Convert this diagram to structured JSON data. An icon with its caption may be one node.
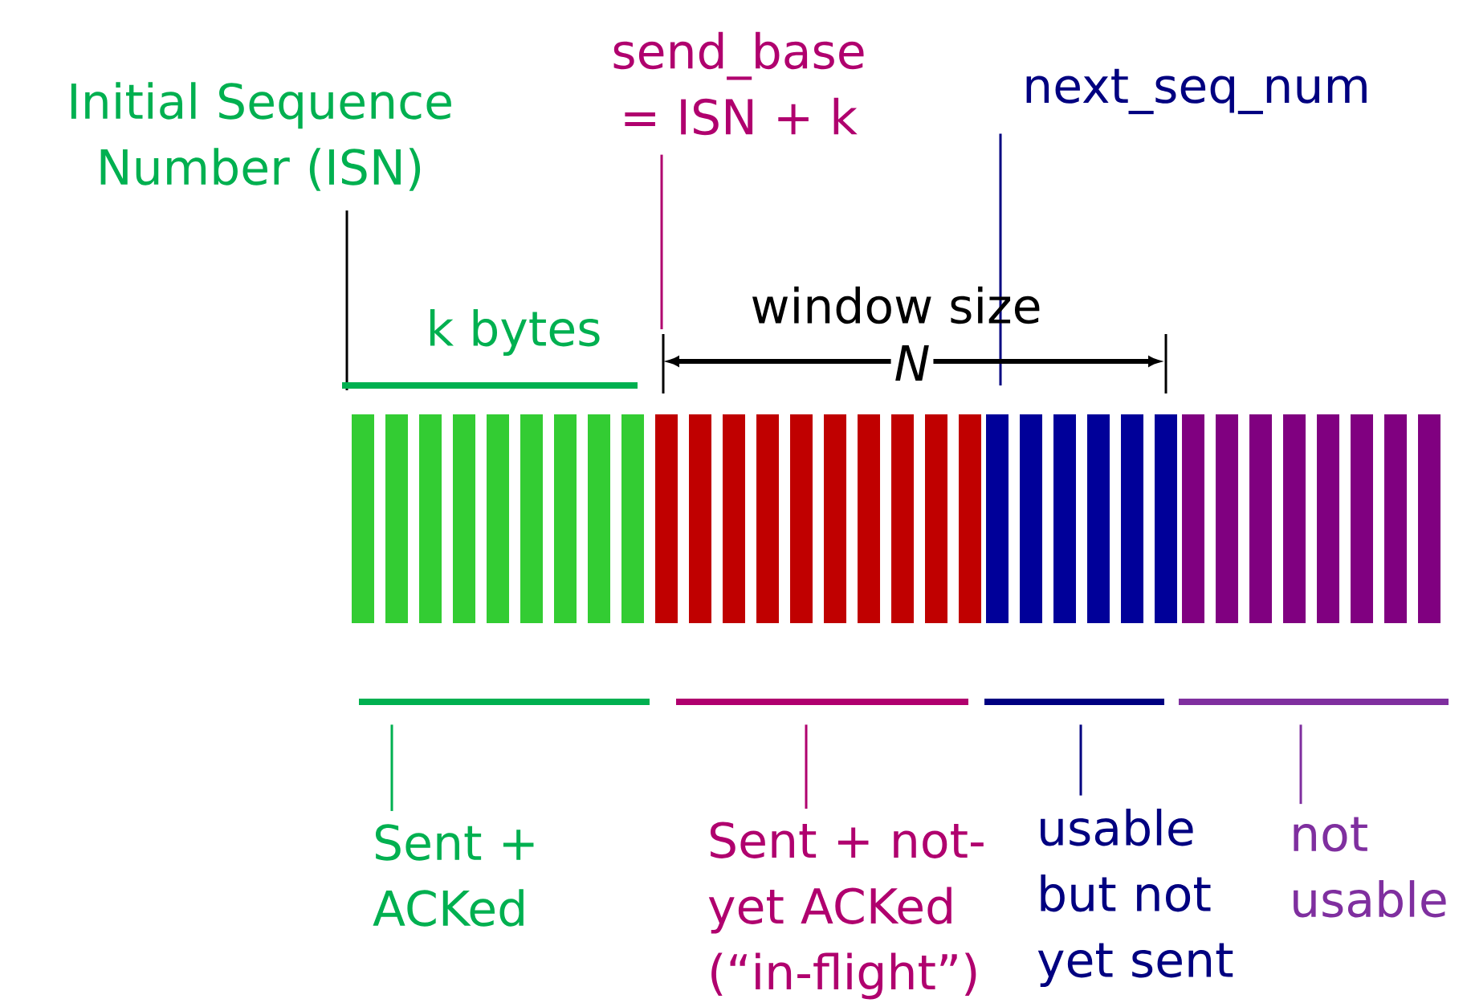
{
  "diagram": {
    "nodes": [
      {
        "text": [
          "Initial Sequence Number (ISN)"
        ]
      },
      {
        "text": [
          "send_base = ISN + k"
        ]
      },
      {
        "text": [
          "next_seq_num"
        ]
      },
      {
        "text": [],
        "shape": "bar"
      },
      {
        "text": [],
        "shape": "bar"
      },
      {
        "text": [],
        "shape": "bar"
      },
      {
        "text": [],
        "shape": "bar"
      },
      {
        "text": [
          "Sent + ACKed"
        ]
      },
      {
        "text": [
          "Sent + not-yet ACKed (“in-flight”)"
        ]
      },
      {
        "text": [
          "usable but not yet sent"
        ]
      },
      {
        "text": [
          "not usable"
        ]
      }
    ],
    "edges": [
      {
        "from": 0,
        "to": null,
        "arrow": "none",
        "color": "#000000"
      },
      {
        "from": 1,
        "to": null,
        "arrow": "none",
        "color": "#b0006e"
      },
      {
        "from": 2,
        "to": null,
        "arrow": "none",
        "color": "#000080"
      },
      {
        "from": 7,
        "to": 3,
        "arrow": "none",
        "color": "#00b050"
      },
      {
        "from": 8,
        "to": 4,
        "arrow": "none",
        "color": "#b0006e"
      },
      {
        "from": 9,
        "to": 5,
        "arrow": "none",
        "color": "#000080"
      },
      {
        "from": 10,
        "to": 6,
        "arrow": "none",
        "color": "#7f2f9f"
      }
    ],
    "labels": [
      "k bytes",
      "window size",
      "*N*"
    ]
  }
}
